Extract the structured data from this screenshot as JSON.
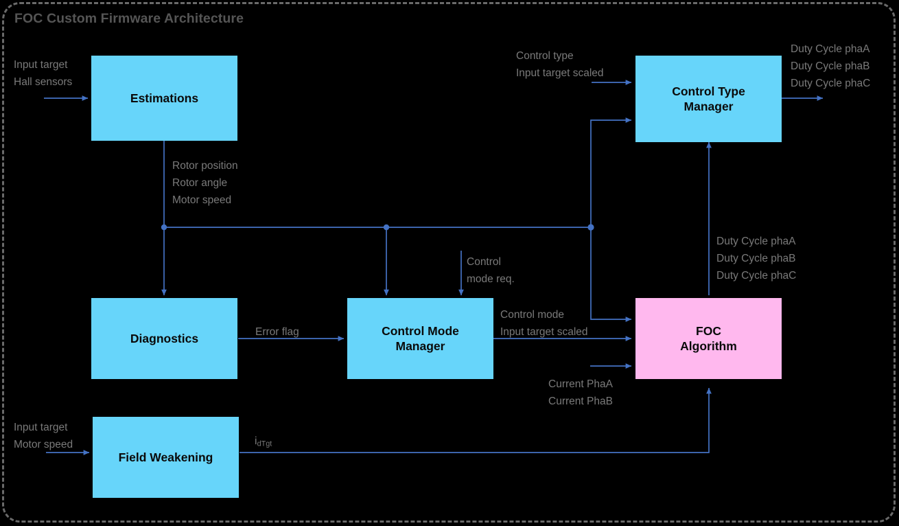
{
  "title": "FOC Custom Firmware Architecture",
  "theme": {
    "background": "#000000",
    "frame_border": "#6a6a6a",
    "block_cyan": "#67D5FA",
    "block_pink": "#FFB8EE",
    "wire": "#4472C4",
    "label_text": "#7a7a7a",
    "block_text": "#0a0a0a",
    "title_text": "#555555"
  },
  "blocks": [
    {
      "id": "estimations",
      "label": "Estimations",
      "color": "cyan"
    },
    {
      "id": "control-type-manager",
      "label": "Control Type\nManager",
      "color": "cyan"
    },
    {
      "id": "diagnostics",
      "label": "Diagnostics",
      "color": "cyan"
    },
    {
      "id": "control-mode-manager",
      "label": "Control Mode\nManager",
      "color": "cyan"
    },
    {
      "id": "foc-algorithm",
      "label": "FOC\nAlgorithm",
      "color": "pink"
    },
    {
      "id": "field-weakening",
      "label": "Field Weakening",
      "color": "cyan"
    }
  ],
  "labels": {
    "estimations_input": "Input target\nHall sensors",
    "estimations_output": "Rotor position\nRotor angle\nMotor speed",
    "control_type_input": "Control type\nInput target scaled",
    "control_type_output": "Duty Cycle phaA\nDuty Cycle phaB\nDuty Cycle phaC",
    "foc_output": "Duty Cycle phaA\nDuty Cycle phaB\nDuty Cycle phaC",
    "control_mode_req": "Control\nmode req.",
    "error_flag": "Error flag",
    "control_mode_out": "Control mode\nInput target scaled",
    "currents": "Current PhaA\nCurrent PhaB",
    "field_weakening_input": "Input target\nMotor speed",
    "idtgt_base": "i",
    "idtgt_sub": "dTgt"
  }
}
